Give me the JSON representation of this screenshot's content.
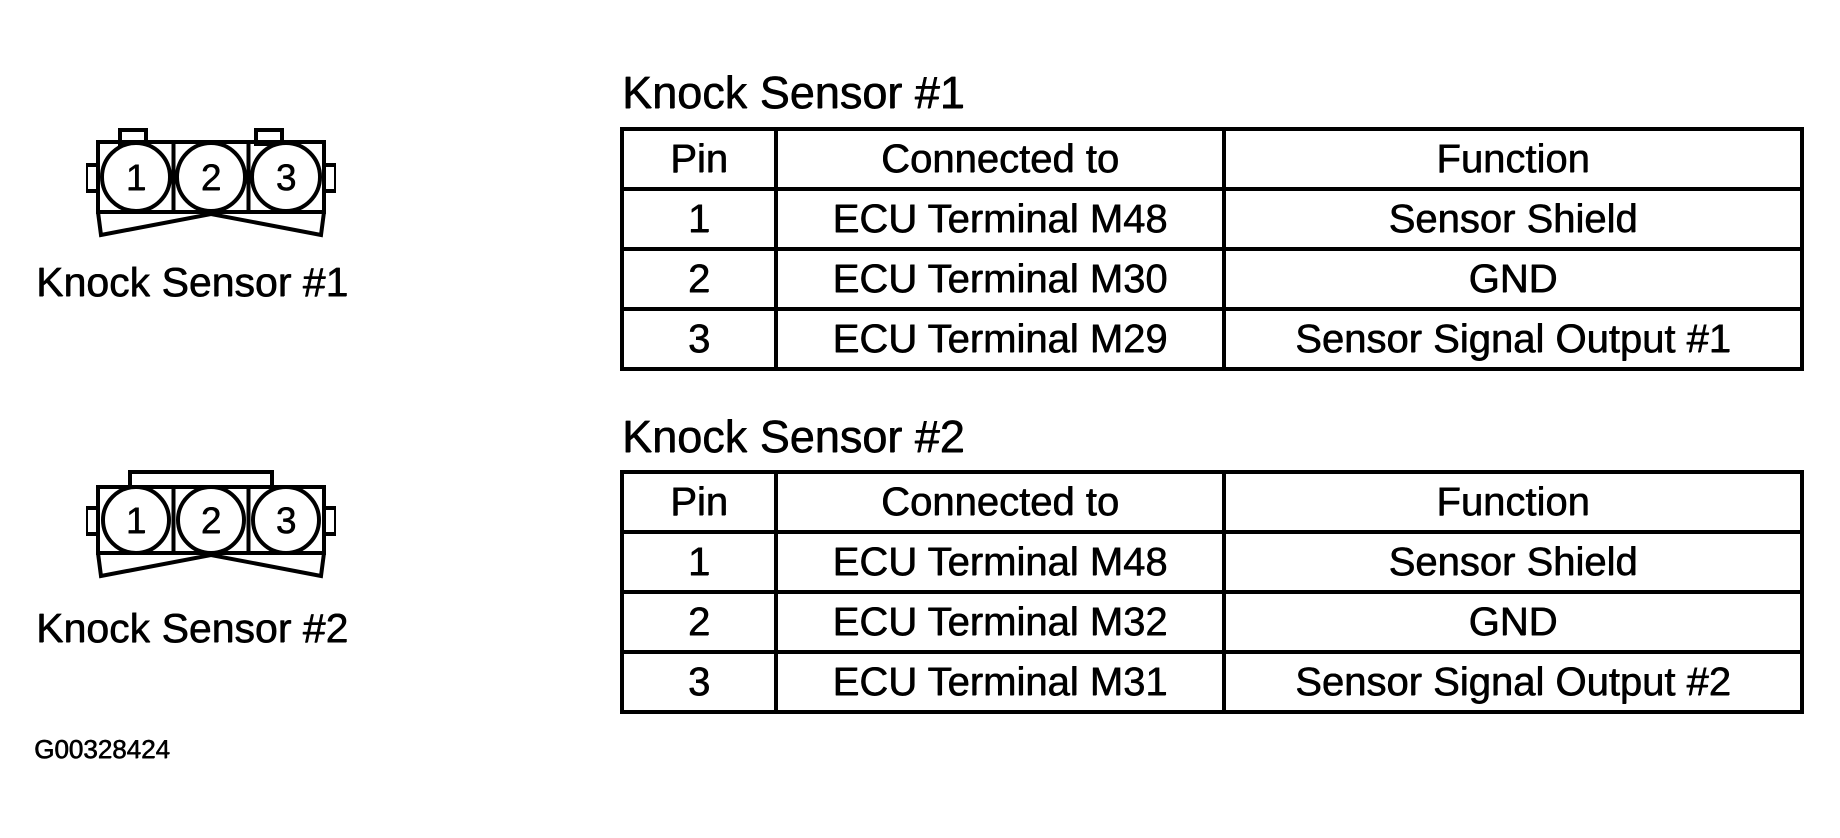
{
  "figure_id": "G00328424",
  "colors": {
    "ink": "#000000",
    "paper": "#ffffff"
  },
  "connectors": [
    {
      "label": "Knock Sensor #1",
      "pins": [
        "1",
        "2",
        "3"
      ]
    },
    {
      "label": "Knock Sensor #2",
      "pins": [
        "1",
        "2",
        "3"
      ]
    }
  ],
  "tables": [
    {
      "title": "Knock Sensor #1",
      "headers": [
        "Pin",
        "Connected to",
        "Function"
      ],
      "rows": [
        [
          "1",
          "ECU Terminal M48",
          "Sensor Shield"
        ],
        [
          "2",
          "ECU Terminal M30",
          "GND"
        ],
        [
          "3",
          "ECU Terminal M29",
          "Sensor Signal Output #1"
        ]
      ]
    },
    {
      "title": "Knock Sensor #2",
      "headers": [
        "Pin",
        "Connected to",
        "Function"
      ],
      "rows": [
        [
          "1",
          "ECU Terminal M48",
          "Sensor Shield"
        ],
        [
          "2",
          "ECU Terminal M32",
          "GND"
        ],
        [
          "3",
          "ECU Terminal M31",
          "Sensor Signal Output #2"
        ]
      ]
    }
  ]
}
